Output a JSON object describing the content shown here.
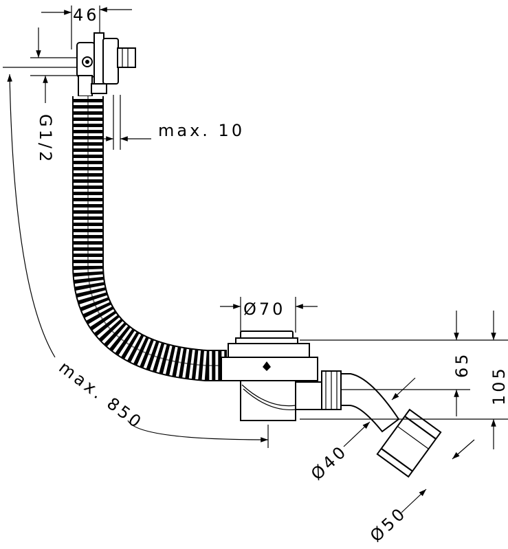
{
  "labels": {
    "width_46": "46",
    "g_thread": "G1/2",
    "max_10": "max. 10",
    "diameter_70": "Ø70",
    "height_65": "65",
    "height_105": "105",
    "max_850": "max. 850",
    "diameter_40": "Ø40",
    "diameter_50": "Ø50"
  },
  "colors": {
    "line": "#000000",
    "background": "#ffffff"
  }
}
